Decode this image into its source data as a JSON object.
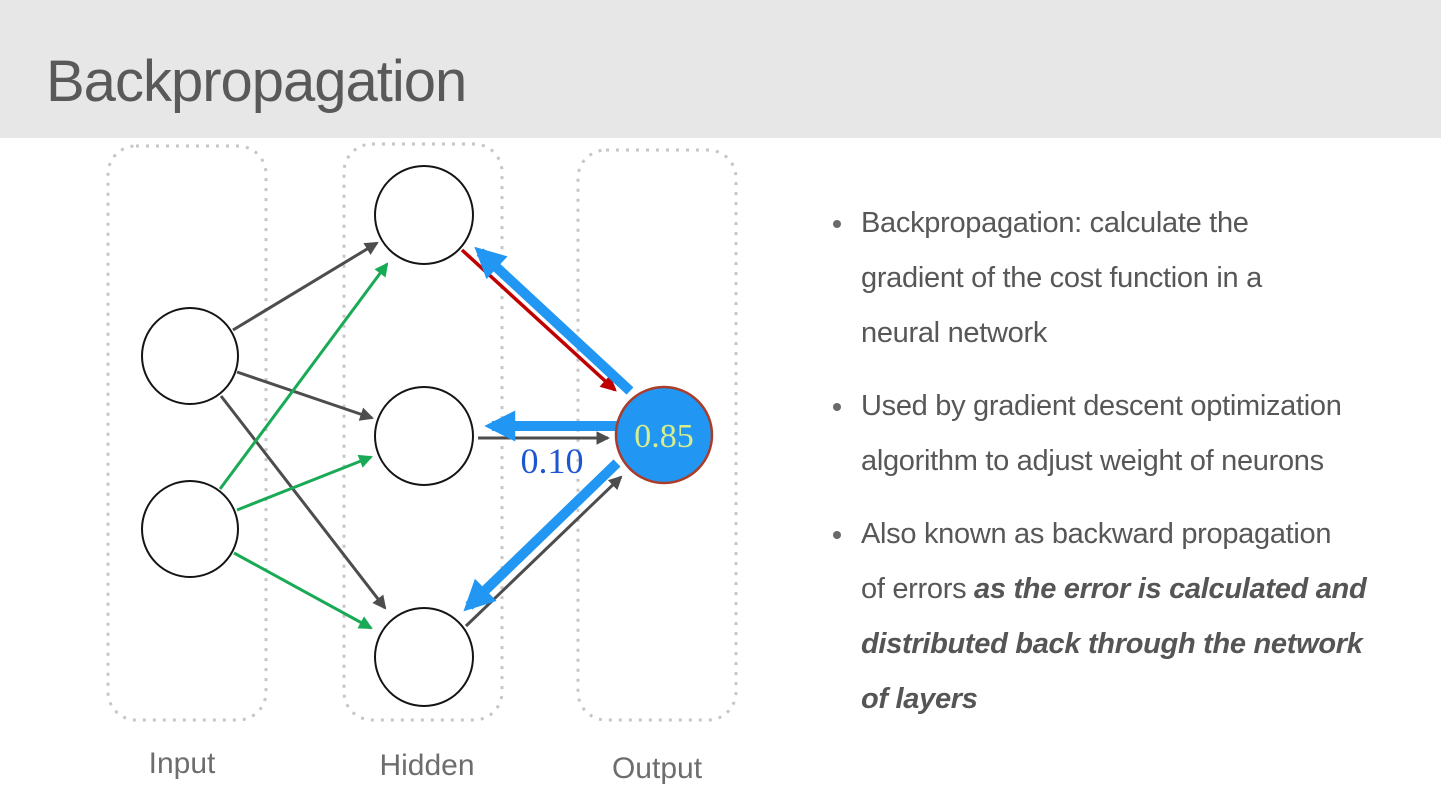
{
  "title": "Backpropagation",
  "diagram": {
    "layer_labels": {
      "input": "Input",
      "hidden": "Hidden",
      "output": "Output"
    },
    "layers": [
      {
        "label": "Input",
        "node_count": 2
      },
      {
        "label": "Hidden",
        "node_count": 3
      },
      {
        "label": "Output",
        "node_count": 1
      }
    ],
    "output_node_value": "0.85",
    "weight_label": "0.10",
    "edges": {
      "forward_input1_to_hidden": "gray",
      "forward_input2_to_hidden": "green",
      "forward_hidden1_to_output": "red",
      "forward_hidden2_to_output": "gray",
      "forward_hidden3_to_output": "gray",
      "backward_output_to_hidden": "blue-thick"
    },
    "colors": {
      "forward_arrow_gray": "#4d4d4d",
      "forward_arrow_green": "#19aa55",
      "error_arrow_red": "#c00000",
      "backward_arrow_blue": "#2196f3",
      "output_node_fill": "#2196f3",
      "output_node_border": "#ab3c2a",
      "output_value_text": "#d7ee8e",
      "weight_label_text": "#1e55d0",
      "dotted_box_border": "#c6c6c6"
    }
  },
  "bullets": {
    "items": [
      {
        "lines": [
          [
            {
              "text": "Backpropagation: calculate the"
            }
          ],
          [
            {
              "text": "gradient of the cost function in a"
            }
          ],
          [
            {
              "text": "neural network"
            }
          ]
        ]
      },
      {
        "lines": [
          [
            {
              "text": "Used by gradient descent optimization"
            }
          ],
          [
            {
              "text": "algorithm to adjust weight of neurons"
            }
          ]
        ]
      },
      {
        "lines": [
          [
            {
              "text": "Also known as backward propagation"
            }
          ],
          [
            {
              "text": "of errors "
            },
            {
              "text": "as the error is calculated and",
              "em": true
            }
          ],
          [
            {
              "text": "distributed back through the network",
              "em": true
            }
          ],
          [
            {
              "text": "of layers",
              "em": true
            }
          ]
        ]
      }
    ]
  }
}
